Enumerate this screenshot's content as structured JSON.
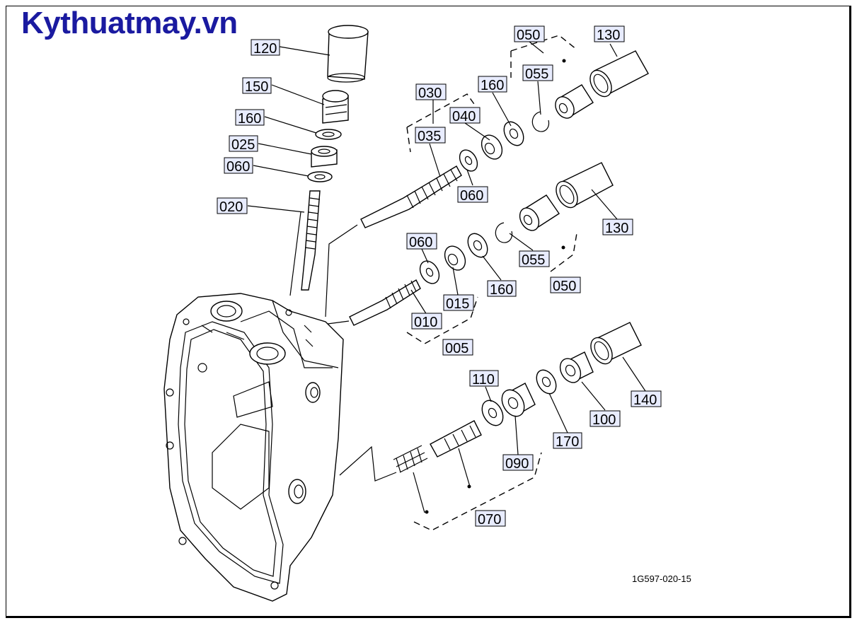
{
  "brand": {
    "text": "Kythuatmay.vn",
    "color": "#1a1aa0"
  },
  "drawing_code": "1G597-020-15",
  "colors": {
    "label_fill": "#e8ecff",
    "line": "#000000",
    "background": "#ffffff"
  },
  "labels": {
    "l120": "120",
    "l150": "150",
    "l160a": "160",
    "l025": "025",
    "l060a": "060",
    "l020": "020",
    "l030": "030",
    "l035": "035",
    "l040": "040",
    "l160b": "160",
    "l060b": "060",
    "l050a": "050",
    "l055a": "055",
    "l130a": "130",
    "l130b": "130",
    "l055b": "055",
    "l050b": "050",
    "l060c": "060",
    "l015": "015",
    "l160c": "160",
    "l010": "010",
    "l005": "005",
    "l110": "110",
    "l090": "090",
    "l170": "170",
    "l100": "100",
    "l140": "140",
    "l070": "070"
  }
}
